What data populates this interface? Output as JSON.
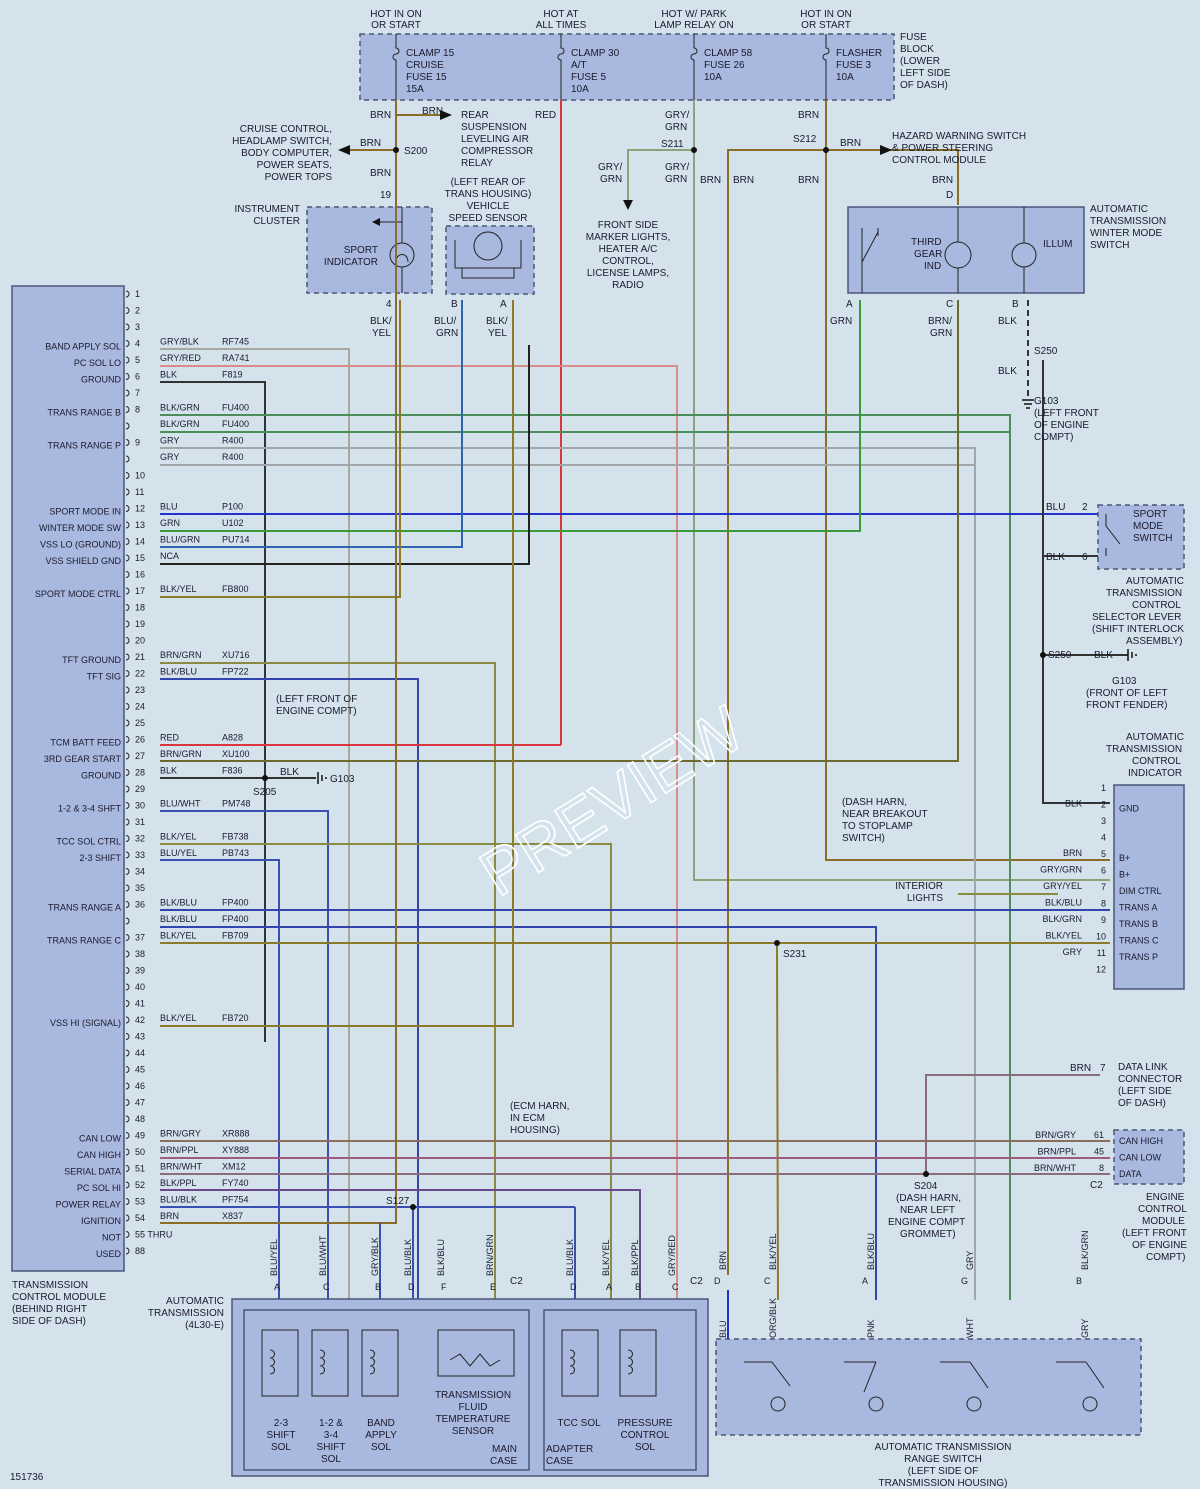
{
  "colors": {
    "bg": "#d4e2ec",
    "box": "#a9b8de",
    "brn": "#8b6d2a",
    "red": "#d9363e",
    "blu": "#2233cc",
    "grn": "#2f8f2f",
    "gry": "#9aa0a6",
    "blk": "#222222",
    "yel": "#c9b000"
  },
  "labels": {
    "fuse_top_1": "HOT IN ON",
    "fuse_top_1b": "OR START",
    "fuse_top_2": "HOT AT",
    "fuse_top_2b": "ALL TIMES",
    "fuse_top_3": "HOT W/ PARK",
    "fuse_top_3b": "LAMP RELAY ON",
    "fuse_top_4": "HOT IN ON",
    "fuse_top_4b": "OR START",
    "f1a": "CLAMP 15",
    "f1b": "CRUISE",
    "f1c": "FUSE 15",
    "f1d": "15A",
    "f2a": "CLAMP 30",
    "f2b": "A/T",
    "f2c": "FUSE 5",
    "f2d": "10A",
    "f3a": "CLAMP 58",
    "f3b": "FUSE 26",
    "f3c": "10A",
    "f4a": "FLASHER",
    "f4b": "FUSE 3",
    "f4c": "10A",
    "fb1": "FUSE",
    "fb2": "BLOCK",
    "fb3": "(LOWER",
    "fb4": "LEFT SIDE",
    "fb5": "OF DASH)",
    "rs1": "REAR",
    "rs2": "SUSPENSION",
    "rs3": "LEVELING AIR",
    "rs4": "COMPRESSOR",
    "rs5": "RELAY",
    "cc1": "CRUISE CONTROL,",
    "cc2": "HEADLAMP SWITCH,",
    "cc3": "BODY COMPUTER,",
    "cc4": "POWER SEATS,",
    "cc5": "POWER TOPS",
    "hz1": "HAZARD WARNING SWITCH",
    "hz2": "& POWER STEERING",
    "hz3": "CONTROL MODULE",
    "fs1": "FRONT SIDE",
    "fs2": "MARKER LIGHTS,",
    "fs3": "HEATER A/C",
    "fs4": "CONTROL,",
    "fs5": "LICENSE LAMPS,",
    "fs6": "RADIO",
    "ic1": "INSTRUMENT",
    "ic2": "CLUSTER",
    "si1": "SPORT",
    "si2": "INDICATOR",
    "vs1": "(LEFT REAR OF",
    "vs2": "TRANS HOUSING)",
    "vs3": "VEHICLE",
    "vs4": "SPEED SENSOR",
    "wm1": "AUTOMATIC",
    "wm2": "TRANSMISSION",
    "wm3": "WINTER MODE",
    "wm4": "SWITCH",
    "tg1": "THIRD",
    "tg2": "GEAR",
    "tg3": "IND",
    "illum": "ILLUM",
    "s200": "S200",
    "s211": "S211",
    "s212": "S212",
    "s250a": "S250",
    "s250b": "S250",
    "s205": "S205",
    "s231": "S231",
    "s127": "S127",
    "s204": "S204",
    "g103a1": "G103",
    "g103a2": "(LEFT FRONT",
    "g103a3": "OF ENGINE",
    "g103a4": "COMPT)",
    "g103b": "G103",
    "g103b1": "(FRONT OF LEFT",
    "g103b2": "FRONT FENDER)",
    "g103c": "G103",
    "lfe1": "(LEFT FRONT OF",
    "lfe2": "ENGINE COMPT)",
    "sms1": "SPORT",
    "sms2": "MODE",
    "sms3": "SWITCH",
    "sel1": "AUTOMATIC",
    "sel2": "TRANSMISSION",
    "sel3": "CONTROL",
    "sel4": "SELECTOR LEVER",
    "sel5": "(SHIFT INTERLOCK",
    "sel6": "ASSEMBLY)",
    "ind1": "AUTOMATIC",
    "ind2": "TRANSMISSION",
    "ind3": "CONTROL",
    "ind4": "INDICATOR",
    "dh1": "(DASH HARN,",
    "dh2": "NEAR BREAKOUT",
    "dh3": "TO STOPLAMP",
    "dh4": "SWITCH)",
    "il1": "INTERIOR",
    "il2": "LIGHTS",
    "dl1": "DATA LINK",
    "dl2": "CONNECTOR",
    "dl3": "(LEFT SIDE",
    "dl4": "OF DASH)",
    "ecm1": "ENGINE",
    "ecm2": "CONTROL",
    "ecm3": "MODULE",
    "ecm4": "(LEFT FRONT",
    "ecm5": "OF ENGINE",
    "ecm6": "COMPT)",
    "eh1": "(ECM HARN,",
    "eh2": "IN ECM",
    "eh3": "HOUSING)",
    "s204a": "(DASH HARN,",
    "s204b": "NEAR LEFT",
    "s204c": "ENGINE COMPT",
    "s204d": "GROMMET)",
    "tcm1": "TRANSMISSION",
    "tcm2": "CONTROL MODULE",
    "tcm3": "(BEHIND RIGHT",
    "tcm4": "SIDE OF DASH)",
    "at1": "AUTOMATIC",
    "at2": "TRANSMISSION",
    "at3": "(4L30-E)",
    "sol1a": "2-3",
    "sol1b": "SHIFT",
    "sol1c": "SOL",
    "sol2a": "1-2 &",
    "sol2b": "3-4",
    "sol2c": "SHIFT",
    "sol2d": "SOL",
    "sol3a": "BAND",
    "sol3b": "APPLY",
    "sol3c": "SOL",
    "tf1": "TRANSMISSION",
    "tf2": "FLUID",
    "tf3": "TEMPERATURE",
    "tf4": "SENSOR",
    "mc1": "MAIN",
    "mc2": "CASE",
    "tcc1": "TCC SOL",
    "pc1": "PRESSURE",
    "pc2": "CONTROL",
    "pc3": "SOL",
    "ad1": "ADAPTER",
    "ad2": "CASE",
    "rsw1": "AUTOMATIC TRANSMISSION",
    "rsw2": "RANGE SWITCH",
    "rsw3": "(LEFT SIDE OF",
    "rsw4": "TRANSMISSION HOUSING)",
    "code": "151736",
    "watermark": "PREVIEW",
    "gnd": "GND",
    "bp1": "B+",
    "bp2": "B+",
    "dim": "DIM CTRL",
    "ta": "TRANS A",
    "tb": "TRANS B",
    "tc": "TRANS C",
    "tp": "TRANS P",
    "canh": "CAN HIGH",
    "canl": "CAN LOW",
    "data": "DATA",
    "c2": "C2"
  },
  "tcm_pins": [
    {
      "n": "1",
      "func": "",
      "color": "",
      "circuit": ""
    },
    {
      "n": "2",
      "func": "",
      "color": "",
      "circuit": ""
    },
    {
      "n": "3",
      "func": "",
      "color": "",
      "circuit": ""
    },
    {
      "n": "4",
      "func": "BAND APPLY SOL",
      "color": "GRY/BLK",
      "circuit": "RF745"
    },
    {
      "n": "5",
      "func": "PC SOL LO",
      "color": "GRY/RED",
      "circuit": "RA741"
    },
    {
      "n": "6",
      "func": "GROUND",
      "color": "BLK",
      "circuit": "F819"
    },
    {
      "n": "7",
      "func": "",
      "color": "",
      "circuit": ""
    },
    {
      "n": "8",
      "func": "TRANS RANGE B",
      "color": "BLK/GRN",
      "circuit": "FU400"
    },
    {
      "n": "",
      "func": "",
      "color": "BLK/GRN",
      "circuit": "FU400"
    },
    {
      "n": "9",
      "func": "TRANS RANGE P",
      "color": "GRY",
      "circuit": "R400"
    },
    {
      "n": "",
      "func": "",
      "color": "GRY",
      "circuit": "R400"
    },
    {
      "n": "10",
      "func": "",
      "color": "",
      "circuit": ""
    },
    {
      "n": "11",
      "func": "",
      "color": "",
      "circuit": ""
    },
    {
      "n": "12",
      "func": "SPORT MODE IN",
      "color": "BLU",
      "circuit": "P100"
    },
    {
      "n": "13",
      "func": "WINTER MODE SW",
      "color": "GRN",
      "circuit": "U102"
    },
    {
      "n": "14",
      "func": "VSS LO (GROUND)",
      "color": "BLU/GRN",
      "circuit": "PU714"
    },
    {
      "n": "15",
      "func": "VSS SHIELD GND",
      "color": "NCA",
      "circuit": ""
    },
    {
      "n": "16",
      "func": "",
      "color": "",
      "circuit": ""
    },
    {
      "n": "17",
      "func": "SPORT MODE CTRL",
      "color": "BLK/YEL",
      "circuit": "FB800"
    },
    {
      "n": "18",
      "func": "",
      "color": "",
      "circuit": ""
    },
    {
      "n": "19",
      "func": "",
      "color": "",
      "circuit": ""
    },
    {
      "n": "20",
      "func": "",
      "color": "",
      "circuit": ""
    },
    {
      "n": "21",
      "func": "TFT GROUND",
      "color": "BRN/GRN",
      "circuit": "XU716"
    },
    {
      "n": "22",
      "func": "TFT SIG",
      "color": "BLK/BLU",
      "circuit": "FP722"
    },
    {
      "n": "23",
      "func": "",
      "color": "",
      "circuit": ""
    },
    {
      "n": "24",
      "func": "",
      "color": "",
      "circuit": ""
    },
    {
      "n": "25",
      "func": "",
      "color": "",
      "circuit": ""
    },
    {
      "n": "26",
      "func": "TCM BATT FEED",
      "color": "RED",
      "circuit": "A828"
    },
    {
      "n": "27",
      "func": "3RD GEAR START",
      "color": "BRN/GRN",
      "circuit": "XU100"
    },
    {
      "n": "28",
      "func": "GROUND",
      "color": "BLK",
      "circuit": "F836"
    },
    {
      "n": "29",
      "func": "",
      "color": "",
      "circuit": ""
    },
    {
      "n": "30",
      "func": "1-2 & 3-4 SHFT",
      "color": "BLU/WHT",
      "circuit": "PM748"
    },
    {
      "n": "31",
      "func": "",
      "color": "",
      "circuit": ""
    },
    {
      "n": "32",
      "func": "TCC SOL CTRL",
      "color": "BLK/YEL",
      "circuit": "FB738"
    },
    {
      "n": "33",
      "func": "2-3 SHIFT",
      "color": "BLU/YEL",
      "circuit": "PB743"
    },
    {
      "n": "34",
      "func": "",
      "color": "",
      "circuit": ""
    },
    {
      "n": "35",
      "func": "",
      "color": "",
      "circuit": ""
    },
    {
      "n": "36",
      "func": "TRANS RANGE A",
      "color": "BLK/BLU",
      "circuit": "FP400"
    },
    {
      "n": "",
      "func": "",
      "color": "BLK/BLU",
      "circuit": "FP400"
    },
    {
      "n": "37",
      "func": "TRANS RANGE C",
      "color": "BLK/YEL",
      "circuit": "FB709"
    },
    {
      "n": "38",
      "func": "",
      "color": "",
      "circuit": ""
    },
    {
      "n": "39",
      "func": "",
      "color": "",
      "circuit": ""
    },
    {
      "n": "40",
      "func": "",
      "color": "",
      "circuit": ""
    },
    {
      "n": "41",
      "func": "",
      "color": "",
      "circuit": ""
    },
    {
      "n": "42",
      "func": "VSS HI (SIGNAL)",
      "color": "BLK/YEL",
      "circuit": "FB720"
    },
    {
      "n": "43",
      "func": "",
      "color": "",
      "circuit": ""
    },
    {
      "n": "44",
      "func": "",
      "color": "",
      "circuit": ""
    },
    {
      "n": "45",
      "func": "",
      "color": "",
      "circuit": ""
    },
    {
      "n": "46",
      "func": "",
      "color": "",
      "circuit": ""
    },
    {
      "n": "47",
      "func": "",
      "color": "",
      "circuit": ""
    },
    {
      "n": "48",
      "func": "",
      "color": "",
      "circuit": ""
    },
    {
      "n": "49",
      "func": "CAN LOW",
      "color": "BRN/GRY",
      "circuit": "XR888"
    },
    {
      "n": "50",
      "func": "CAN HIGH",
      "color": "BRN/PPL",
      "circuit": "XY888"
    },
    {
      "n": "51",
      "func": "SERIAL DATA",
      "color": "BRN/WHT",
      "circuit": "XM12"
    },
    {
      "n": "52",
      "func": "PC SOL HI",
      "color": "BLK/PPL",
      "circuit": "FY740"
    },
    {
      "n": "53",
      "func": "POWER RELAY",
      "color": "BLU/BLK",
      "circuit": "PF754"
    },
    {
      "n": "54",
      "func": "IGNITION",
      "color": "BRN",
      "circuit": "X837"
    },
    {
      "n": "55 THRU",
      "func": "NOT",
      "color": "",
      "circuit": ""
    },
    {
      "n": "88",
      "func": "USED",
      "color": "",
      "circuit": ""
    }
  ],
  "ind_pins": [
    {
      "n": "1",
      "color": "",
      "func": ""
    },
    {
      "n": "2",
      "color": "BLK",
      "func": "GND"
    },
    {
      "n": "3",
      "color": "",
      "func": ""
    },
    {
      "n": "4",
      "color": "",
      "func": ""
    },
    {
      "n": "5",
      "color": "BRN",
      "func": "B+"
    },
    {
      "n": "6",
      "color": "GRY/GRN",
      "func": "B+"
    },
    {
      "n": "7",
      "color": "GRY/YEL",
      "func": "DIM CTRL"
    },
    {
      "n": "8",
      "color": "BLK/BLU",
      "func": "TRANS A"
    },
    {
      "n": "9",
      "color": "BLK/GRN",
      "func": "TRANS B"
    },
    {
      "n": "10",
      "color": "BLK/YEL",
      "func": "TRANS C"
    },
    {
      "n": "11",
      "color": "GRY",
      "func": "TRANS P"
    },
    {
      "n": "12",
      "color": "",
      "func": ""
    }
  ],
  "ecm_pins": [
    {
      "n": "61",
      "color": "BRN/GRY",
      "func": "CAN HIGH"
    },
    {
      "n": "45",
      "color": "BRN/PPL",
      "func": "CAN LOW"
    },
    {
      "n": "8",
      "color": "BRN/WHT",
      "func": "DATA"
    }
  ],
  "bottom_conn_c2": [
    {
      "pin": "A",
      "color": "BLU/YEL"
    },
    {
      "pin": "C",
      "color": "BLU/WHT"
    },
    {
      "pin": "B",
      "color": "GRY/BLK"
    },
    {
      "pin": "D",
      "color": "BLU/BLK"
    },
    {
      "pin": "F",
      "color": "BLK/BLU"
    },
    {
      "pin": "E",
      "color": "BRN/GRN"
    }
  ],
  "bottom_conn_c1": [
    {
      "pin": "D",
      "color": "BLU/BLK"
    },
    {
      "pin": "A",
      "color": "BLK/YEL"
    },
    {
      "pin": "B",
      "color": "BLK/PPL"
    },
    {
      "pin": "C",
      "color": "GRY/RED"
    }
  ],
  "range_conn": [
    {
      "pin": "D",
      "color": "BRN",
      "lower": "BLU"
    },
    {
      "pin": "C",
      "color": "BLK/YEL",
      "lower": "ORG/BLK"
    },
    {
      "pin": "A",
      "color": "BLK/BLU",
      "lower": "PNK"
    },
    {
      "pin": "G",
      "color": "GRY",
      "lower": "WHT"
    },
    {
      "pin": "B",
      "color": "BLK/GRN",
      "lower": "GRY"
    }
  ],
  "misc": {
    "w_brn": "BRN",
    "w_red": "RED",
    "w_gry_grn": "GRY/",
    "w_gry_grn2": "GRN",
    "w_blk_yel": "BLK/",
    "w_blk_yel2": "YEL",
    "w_blu_grn": "BLU/",
    "w_blu_grn2": "GRN",
    "w_grn": "GRN",
    "w_brn_grn": "BRN/",
    "w_brn_grn2": "GRN",
    "w_blk": "BLK",
    "w_blu": "BLU",
    "pin19": "19",
    "pin4": "4",
    "pinB": "B",
    "pinA": "A",
    "pinC": "C",
    "pinD": "D",
    "pin2": "2",
    "pin6": "6",
    "pin7": "7"
  }
}
